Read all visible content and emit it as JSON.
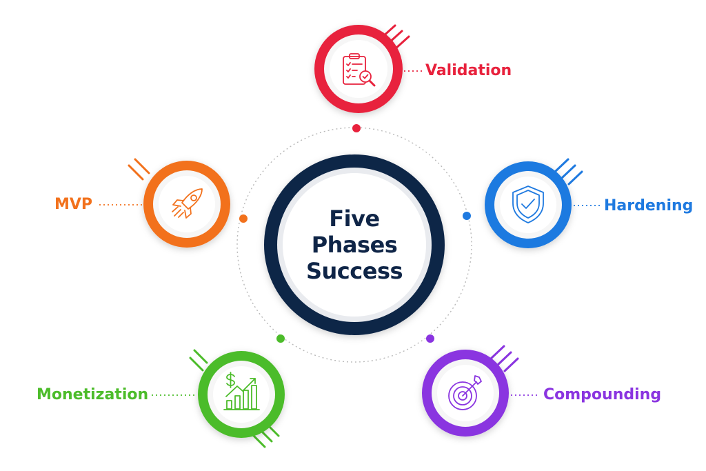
{
  "title": {
    "lines": [
      "Five",
      "Phases",
      "Success"
    ],
    "color": "#0f2547"
  },
  "phases": [
    {
      "name": "Validation",
      "color": "#e8213c",
      "icon": "clipboard-search-icon"
    },
    {
      "name": "Hardening",
      "color": "#1f7ae0",
      "icon": "shield-check-icon"
    },
    {
      "name": "Compounding",
      "color": "#8a34e0",
      "icon": "target-arrow-icon"
    },
    {
      "name": "Monetization",
      "color": "#4cbc2a",
      "icon": "growth-chart-dollar-icon"
    },
    {
      "name": "MVP",
      "color": "#f2711c",
      "icon": "rocket-icon"
    }
  ]
}
